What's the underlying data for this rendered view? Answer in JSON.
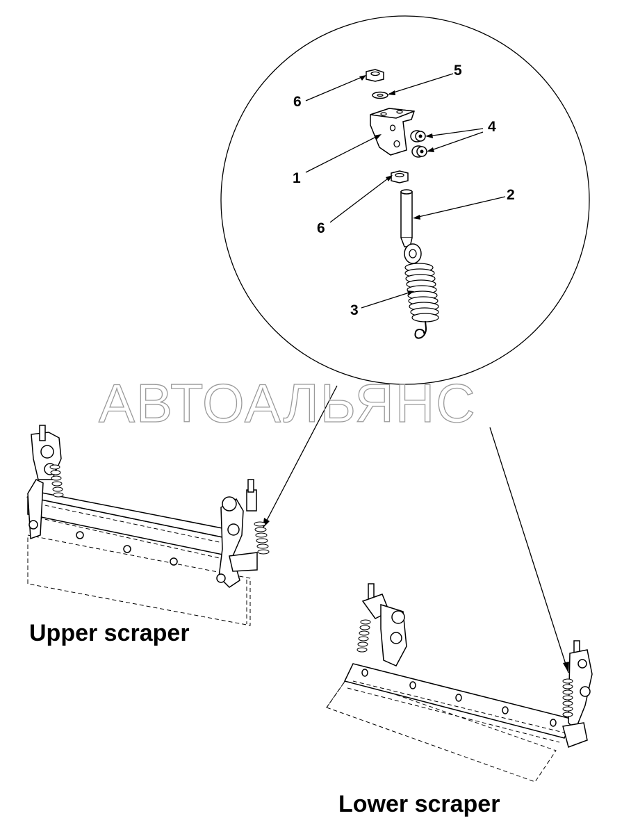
{
  "callouts": {
    "c1": "1",
    "c2": "2",
    "c3": "3",
    "c4": "4",
    "c5": "5",
    "c6a": "6",
    "c6b": "6"
  },
  "watermark": "АВТОАЛЬЯНС",
  "captions": {
    "upper": "Upper scraper",
    "lower": "Lower scraper"
  }
}
